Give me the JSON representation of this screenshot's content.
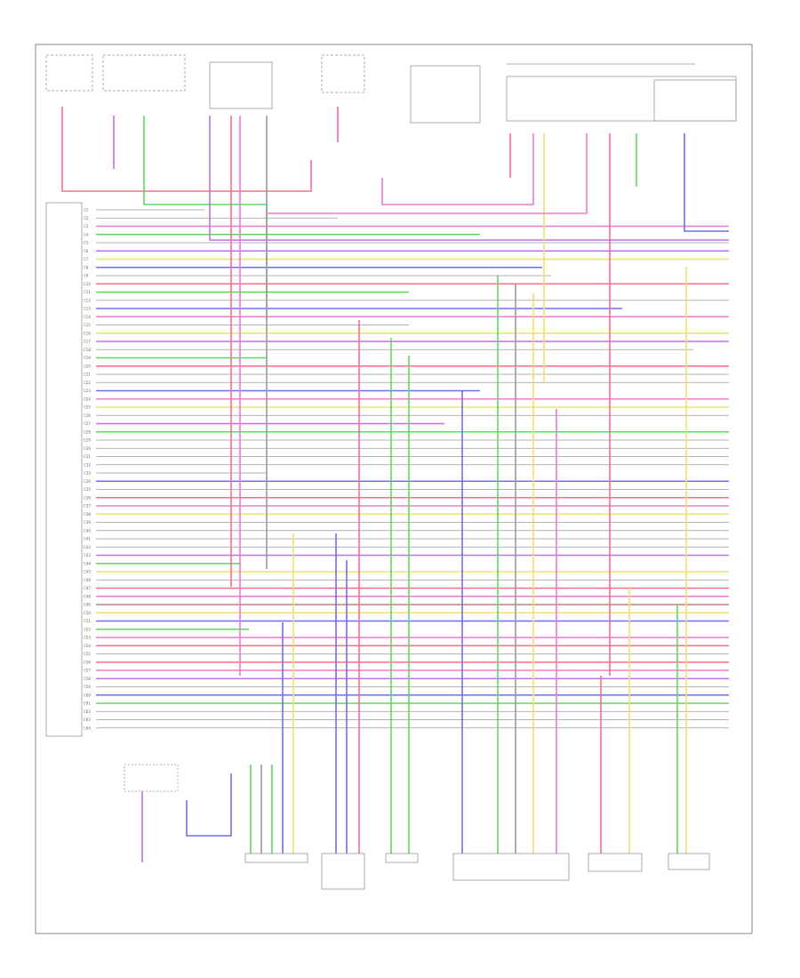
{
  "pin_labels": [
    "C1",
    "C2",
    "C3",
    "C4",
    "C5",
    "C6",
    "C7",
    "C8",
    "C9",
    "C10",
    "C11",
    "C12",
    "C13",
    "C14",
    "C15",
    "C16",
    "C17",
    "C18",
    "C19",
    "C20",
    "C21",
    "C22",
    "C23",
    "C24",
    "C25",
    "C26",
    "C27",
    "C28",
    "C29",
    "C30",
    "C31",
    "C32",
    "C33",
    "C34",
    "C35",
    "C36",
    "C37",
    "C38",
    "C39",
    "C40",
    "C41",
    "C42",
    "C43",
    "C44",
    "C45",
    "C46",
    "C47",
    "C48",
    "C49",
    "C50",
    "C51",
    "C52",
    "C53",
    "C54",
    "C55",
    "C56",
    "C57",
    "C58",
    "C59",
    "C60",
    "C61",
    "C62",
    "C63",
    "C64"
  ],
  "ecm_label": "",
  "components": {
    "fuse_box": "",
    "relay": "",
    "dlc": "",
    "throttle": "",
    "accel_pedal": "",
    "map_sensor": "",
    "cam_sensor": "",
    "crank_sensor": "",
    "knock_sensor": "",
    "transmission": ""
  },
  "footer_code": "",
  "colors": {
    "red": "#ff6b8a",
    "pink": "#f07acb",
    "violet": "#c070e8",
    "blue": "#6f6ff0",
    "green": "#5fd85f",
    "yellow": "#f0e070",
    "gray": "#9a9a9a",
    "brown": "#c08080",
    "black": "#444444"
  }
}
